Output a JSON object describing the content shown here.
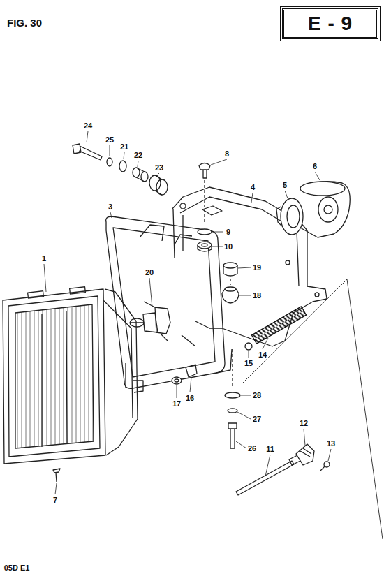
{
  "diagram": {
    "title": "FIG. 30",
    "nodes": [
      {
        "text": [
          "E - 9"
        ]
      }
    ],
    "labels": [
      "24",
      "25",
      "21",
      "22",
      "23",
      "8",
      "6",
      "4",
      "5",
      "3",
      "9",
      "10",
      "1",
      "19",
      "20",
      "18",
      "14",
      "15",
      "17",
      "16",
      "28",
      "27",
      "12",
      "13",
      "26",
      "11",
      "7",
      "05D E1"
    ]
  }
}
